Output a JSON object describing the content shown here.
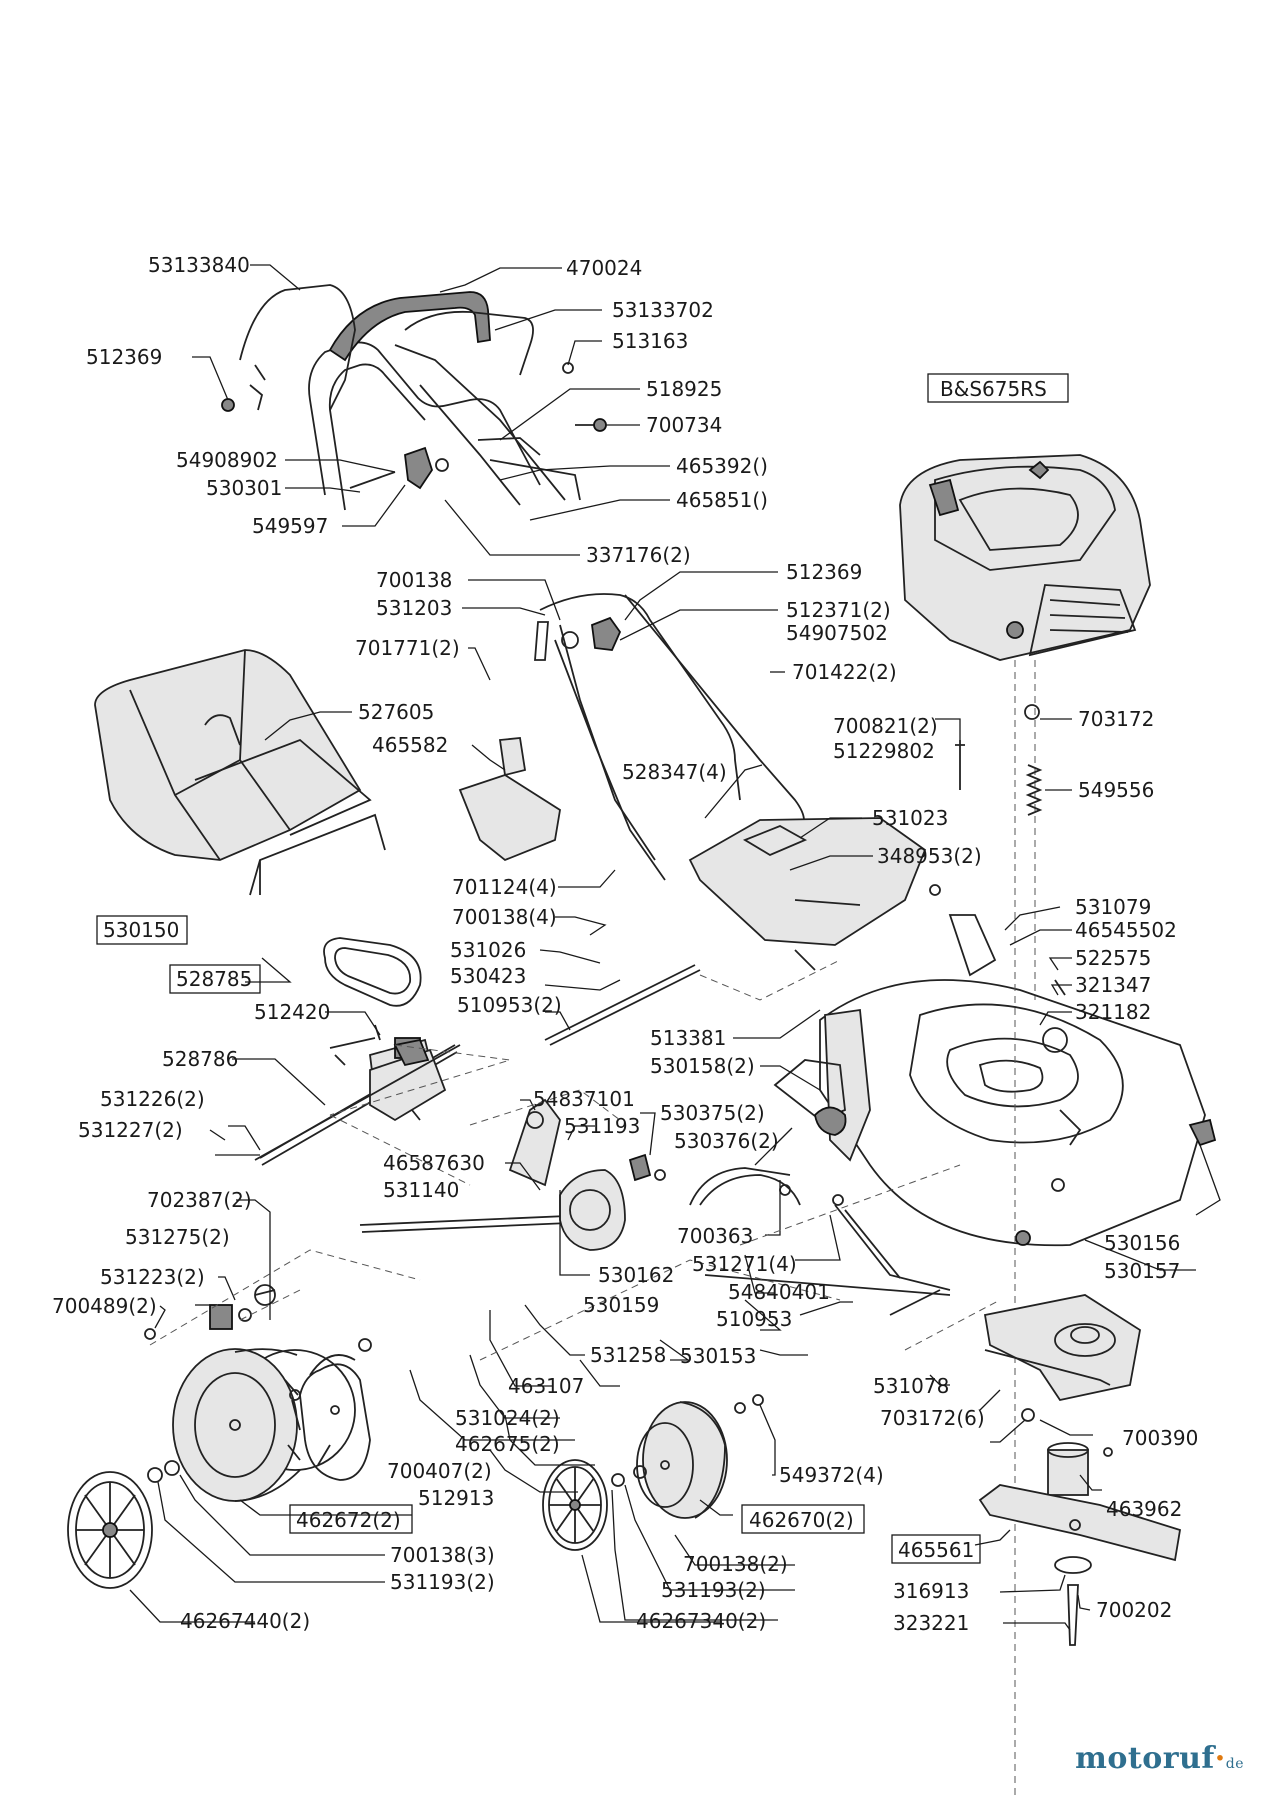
{
  "labels": {
    "l53133840": "53133840",
    "l470024": "470024",
    "l53133702": "53133702",
    "l513163": "513163",
    "l512369a": "512369",
    "l518925": "518925",
    "l700734": "700734",
    "l465392": "465392()",
    "l465851": "465851()",
    "l54908902": "54908902",
    "l530301": "530301",
    "l549597": "549597",
    "l337176": "337176(2)",
    "lBS": "B&S675RS",
    "l700138a": "700138",
    "l531203": "531203",
    "l512369b": "512369",
    "l512371": "512371(2)",
    "l54907502": "54907502",
    "l701771": "701771(2)",
    "l701422": "701422(2)",
    "l527605": "527605",
    "l465582": "465582",
    "l700821": "700821(2)",
    "l51229802": "51229802",
    "l703172a": "703172",
    "l528347": "528347(4)",
    "l549556": "549556",
    "l531023": "531023",
    "l348953": "348953(2)",
    "l701124": "701124(4)",
    "l700138b": "700138(4)",
    "l531079": "531079",
    "l530150": "530150",
    "l46545502": "46545502",
    "l522575": "522575",
    "l531026": "531026",
    "l530423": "530423",
    "l321347": "321347",
    "l528785": "528785",
    "l510953a": "510953(2)",
    "l321182": "321182",
    "l512420": "512420",
    "l513381": "513381",
    "l530158": "530158(2)",
    "l528786": "528786",
    "l54837101": "54837101",
    "l531226": "531226(2)",
    "l531193a": "531193",
    "l530375": "530375(2)",
    "l531227": "531227(2)",
    "l530376": "530376(2)",
    "l46587630": "46587630",
    "l531140": "531140",
    "l702387": "702387(2)",
    "l700363": "700363",
    "l530156": "530156",
    "l531275": "531275(2)",
    "l531271": "531271(4)",
    "l530162": "530162",
    "l530157": "530157",
    "l531223": "531223(2)",
    "l54840401": "54840401",
    "l530159": "530159",
    "l700489": "700489(2)",
    "l510953b": "510953",
    "l531258": "531258",
    "l530153": "530153",
    "l531078": "531078",
    "l463107": "463107",
    "l531024": "531024(2)",
    "l703172b": "703172(6)",
    "l700390": "700390",
    "l462675": "462675(2)",
    "l549372": "549372(4)",
    "l700407": "700407(2)",
    "l512913": "512913",
    "l463962": "463962",
    "l462672": "462672(2)",
    "l462670": "462670(2)",
    "l700138c": "700138(3)",
    "l465561": "465561",
    "l700138d": "700138(2)",
    "l531193b": "531193(2)",
    "l316913": "316913",
    "l531193c": "531193(2)",
    "l700202": "700202",
    "l323221": "323221",
    "l46267440": "46267440(2)",
    "l46267340": "46267340(2)"
  },
  "brand": {
    "name": "motoruf",
    "dot": "·",
    "tld": "de"
  }
}
